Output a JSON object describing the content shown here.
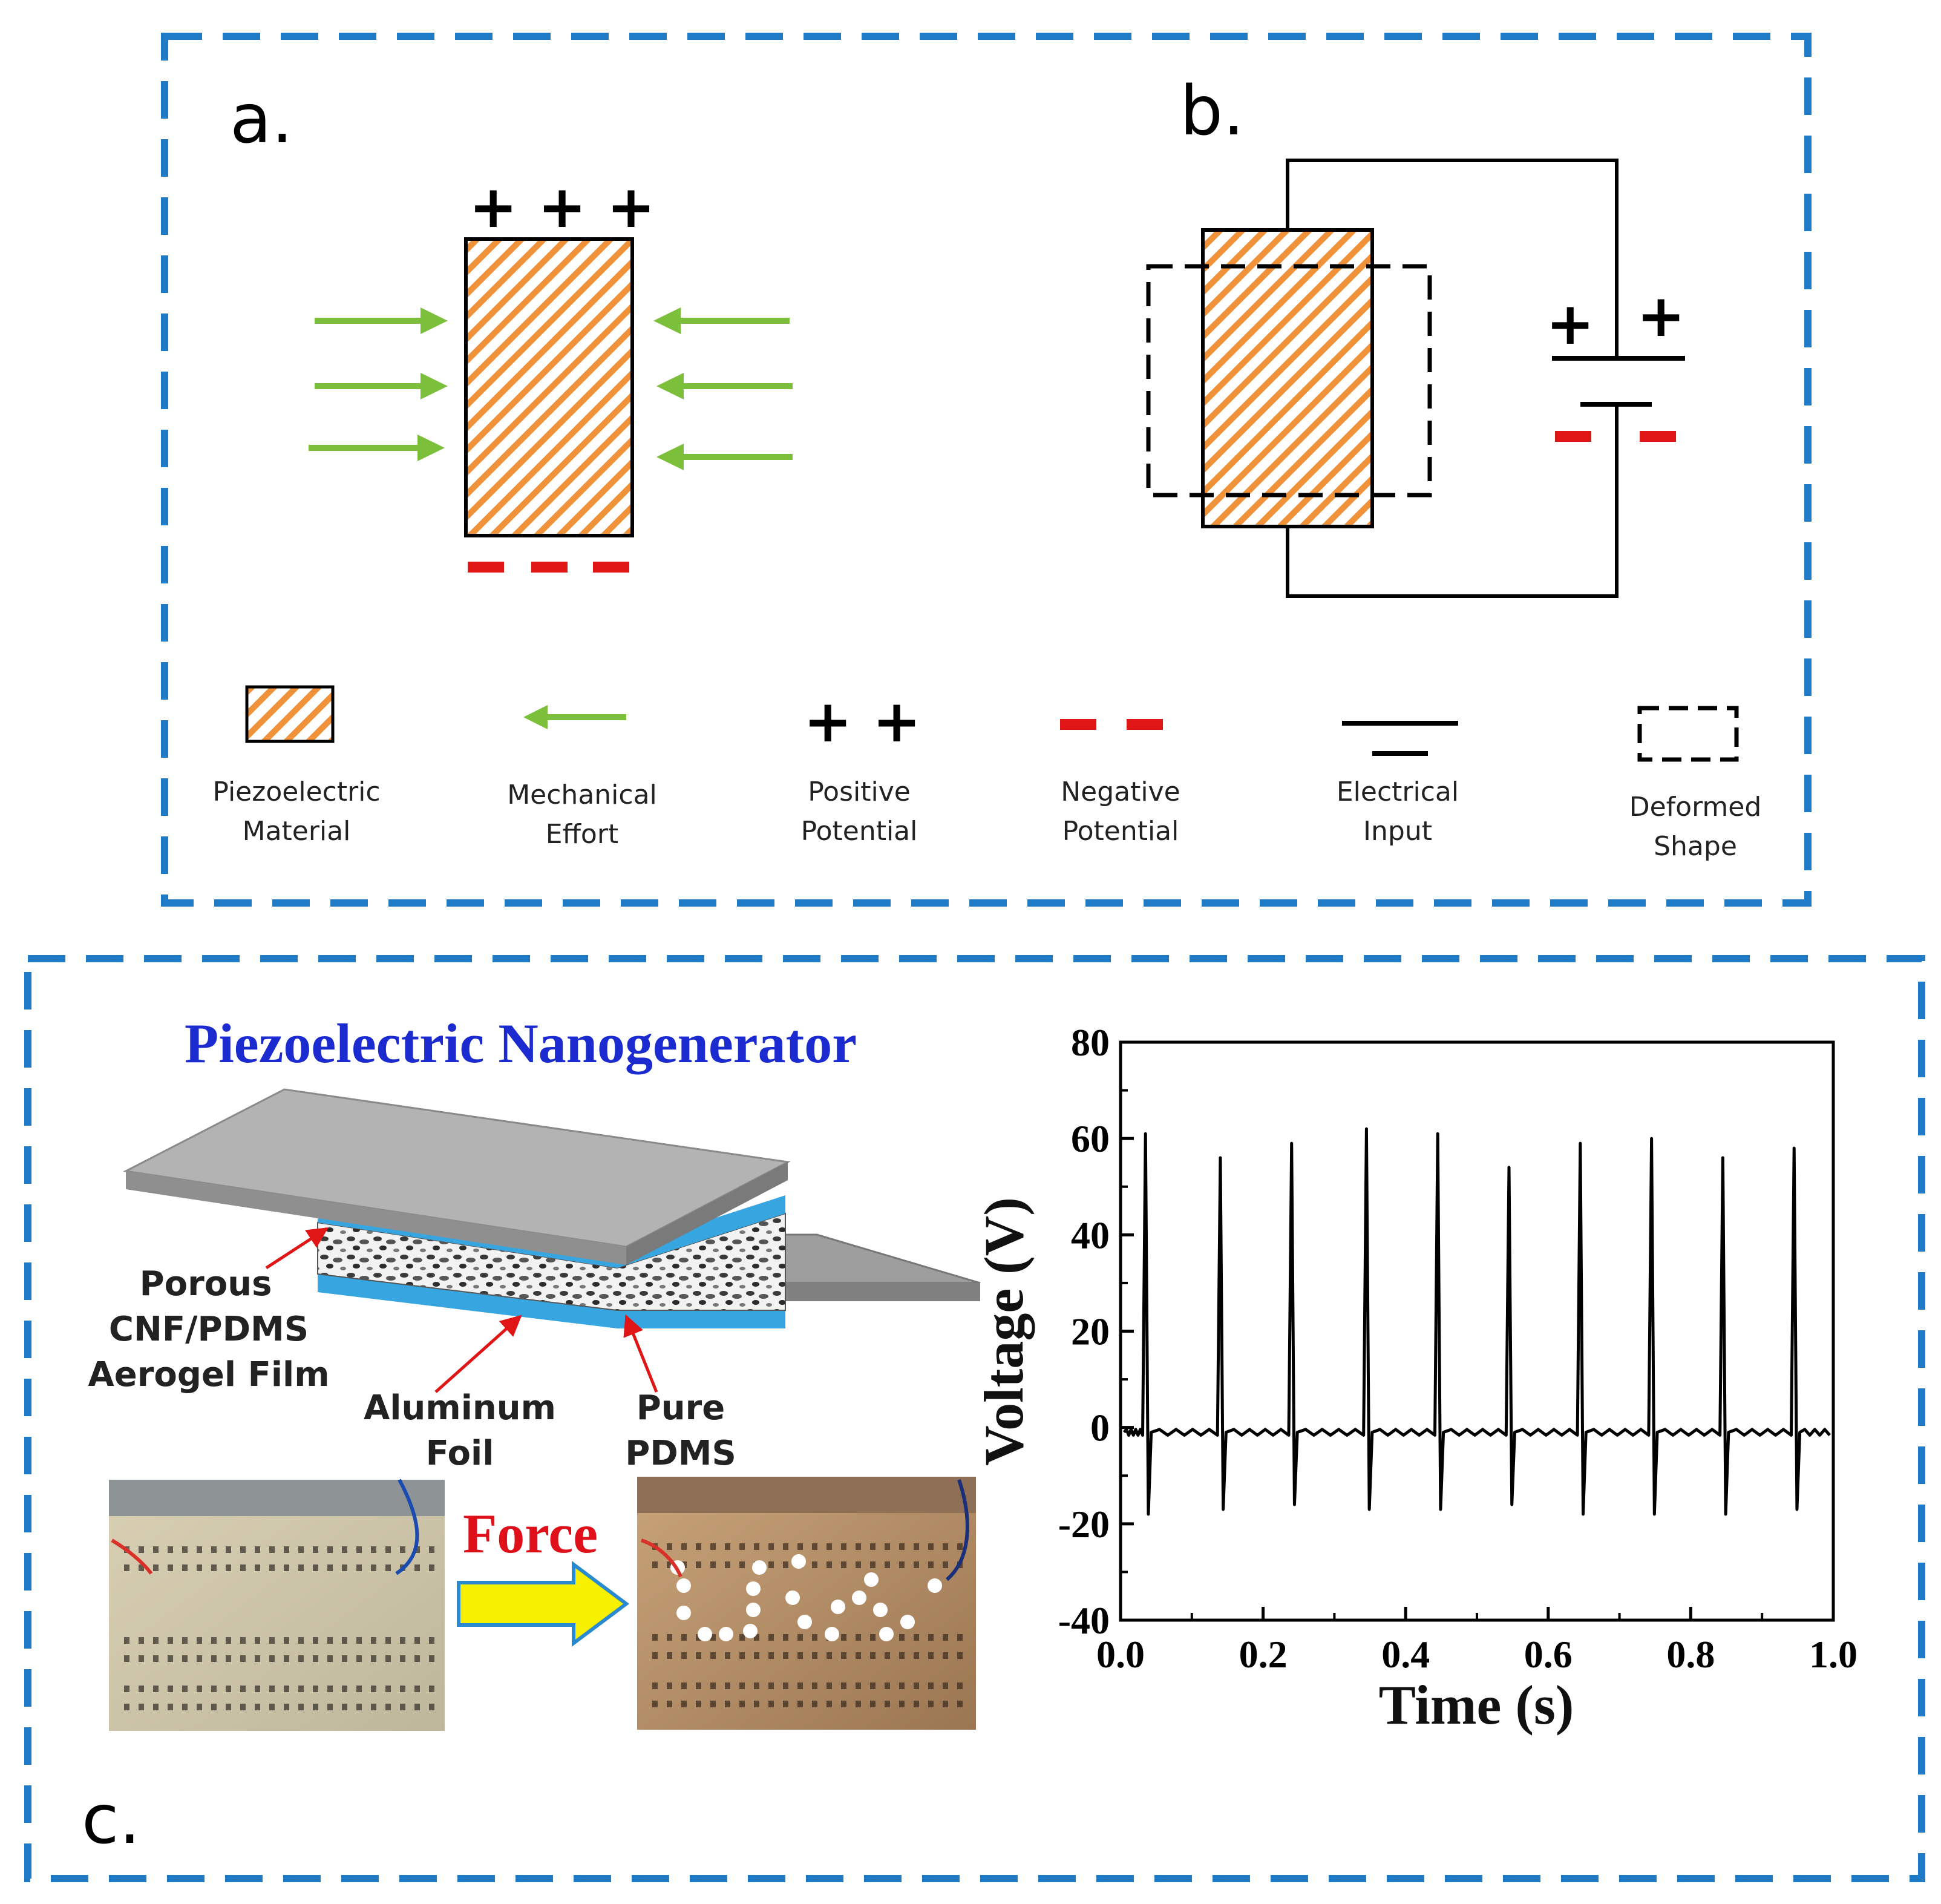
{
  "panel_a": {
    "label": "a.",
    "top_charges": "+ + +"
  },
  "panel_b": {
    "label": "b.",
    "plus_left": "+",
    "plus_right": "+"
  },
  "legend": {
    "items": [
      {
        "line1": "Piezoelectric",
        "line2": "Material"
      },
      {
        "line1": "Mechanical",
        "line2": "Effort"
      },
      {
        "line1": "Positive",
        "line2": "Potential"
      },
      {
        "line1": "Negative",
        "line2": "Potential"
      },
      {
        "line1": "Electrical",
        "line2": "Input"
      },
      {
        "line1": "Deformed",
        "line2": "Shape"
      }
    ],
    "plus_symbol": "+ +"
  },
  "panel_c": {
    "label": "c.",
    "title": "Piezoelectric Nanogenerator",
    "labels": {
      "porous_1": "Porous",
      "porous_2": "CNF/PDMS",
      "porous_3": "Aerogel Film",
      "aluminum_1": "Aluminum",
      "aluminum_2": "Foil",
      "pure_1": "Pure",
      "pure_2": "PDMS"
    },
    "force": "Force"
  },
  "colors": {
    "frame_blue": "#1f7ac8",
    "hatch_orange": "#f0923a",
    "arrow_green": "#7cbf3a",
    "negative_red": "#e01515",
    "title_blue": "#1c2bd0",
    "force_red": "#e0101a",
    "layer_blue": "#37a6e0",
    "arrow_yellow": "#f7f000"
  },
  "chart_data": {
    "type": "line",
    "xlabel": "Time (s)",
    "ylabel": "Voltage (V)",
    "xlim": [
      0.0,
      1.0
    ],
    "ylim": [
      -40,
      80
    ],
    "xticks": [
      "0.0",
      "0.2",
      "0.4",
      "0.6",
      "0.8",
      "1.0"
    ],
    "yticks": [
      "80",
      "60",
      "40",
      "20",
      "0",
      "-20",
      "-40"
    ],
    "baseline": -1,
    "peaks": [
      {
        "t": 0.035,
        "max": 61,
        "min": -18
      },
      {
        "t": 0.14,
        "max": 56,
        "min": -17
      },
      {
        "t": 0.24,
        "max": 59,
        "min": -16
      },
      {
        "t": 0.345,
        "max": 62,
        "min": -17
      },
      {
        "t": 0.445,
        "max": 61,
        "min": -17
      },
      {
        "t": 0.545,
        "max": 54,
        "min": -16
      },
      {
        "t": 0.645,
        "max": 59,
        "min": -18
      },
      {
        "t": 0.745,
        "max": 60,
        "min": -18
      },
      {
        "t": 0.845,
        "max": 56,
        "min": -18
      },
      {
        "t": 0.945,
        "max": 58,
        "min": -17
      }
    ],
    "grid": false
  }
}
